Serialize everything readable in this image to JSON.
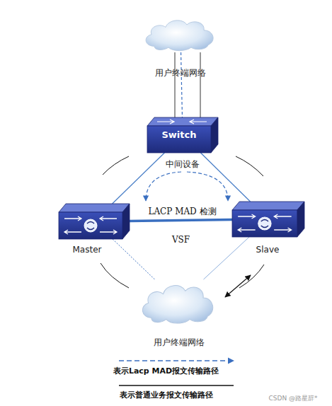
{
  "diagram": {
    "nodes": [
      {
        "text": [
          "用户终端网络"
        ]
      },
      {
        "text": [
          "Switch",
          "中间设备"
        ]
      },
      {
        "text": [
          "Master"
        ]
      },
      {
        "text": [
          "Slave"
        ]
      },
      {
        "text": [
          "用户终端网络"
        ]
      }
    ],
    "edges": [
      {
        "from": 0,
        "to": 1,
        "arrow": "none"
      },
      {
        "from": 1,
        "to": 2,
        "arrow": "none"
      },
      {
        "from": 1,
        "to": 3,
        "arrow": "none"
      },
      {
        "from": 2,
        "to": 3,
        "label": "VSF",
        "arrow": "none"
      },
      {
        "from": 2,
        "to": 4,
        "arrow": "none"
      },
      {
        "from": 3,
        "to": 4,
        "arrow": "none"
      }
    ],
    "labels": [
      "LACP MAD 检测",
      "CSDN @路星辞*"
    ],
    "legend": [
      {
        "text": "表示Lacp MAD报文传输路径"
      },
      {
        "text": "表示普通业务报文传输路径"
      }
    ]
  }
}
